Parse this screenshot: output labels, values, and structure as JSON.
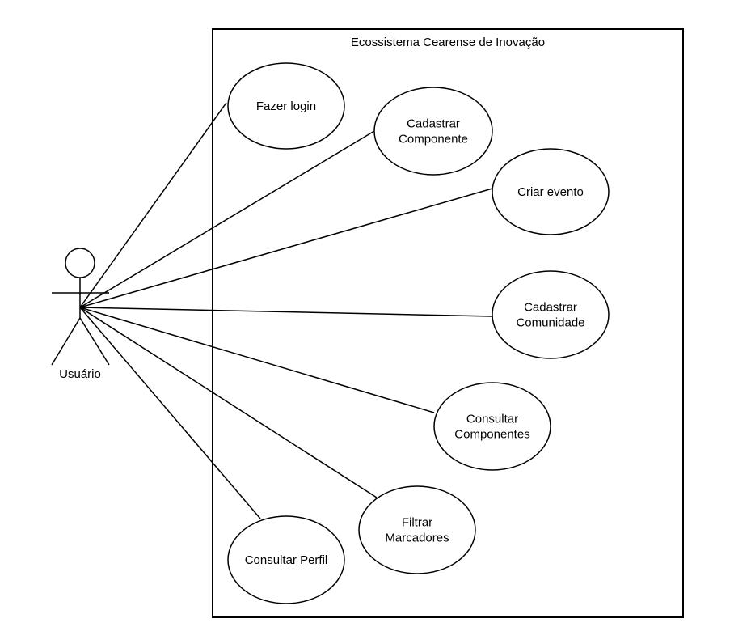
{
  "system": {
    "title": "Ecossistema Cearense de Inovação"
  },
  "actor": {
    "name": "Usuário"
  },
  "use_cases": [
    {
      "id": "fazer-login",
      "lines": [
        "Fazer login"
      ]
    },
    {
      "id": "cadastrar-componente",
      "lines": [
        "Cadastrar",
        "Componente"
      ]
    },
    {
      "id": "criar-evento",
      "lines": [
        "Criar evento"
      ]
    },
    {
      "id": "cadastrar-comunidade",
      "lines": [
        "Cadastrar",
        "Comunidade"
      ]
    },
    {
      "id": "consultar-componentes",
      "lines": [
        "Consultar",
        "Componentes"
      ]
    },
    {
      "id": "filtrar-marcadores",
      "lines": [
        "Filtrar",
        "Marcadores"
      ]
    },
    {
      "id": "consultar-perfil",
      "lines": [
        "Consultar Perfil"
      ]
    }
  ],
  "colors": {
    "stroke": "#000000",
    "background": "#ffffff"
  }
}
